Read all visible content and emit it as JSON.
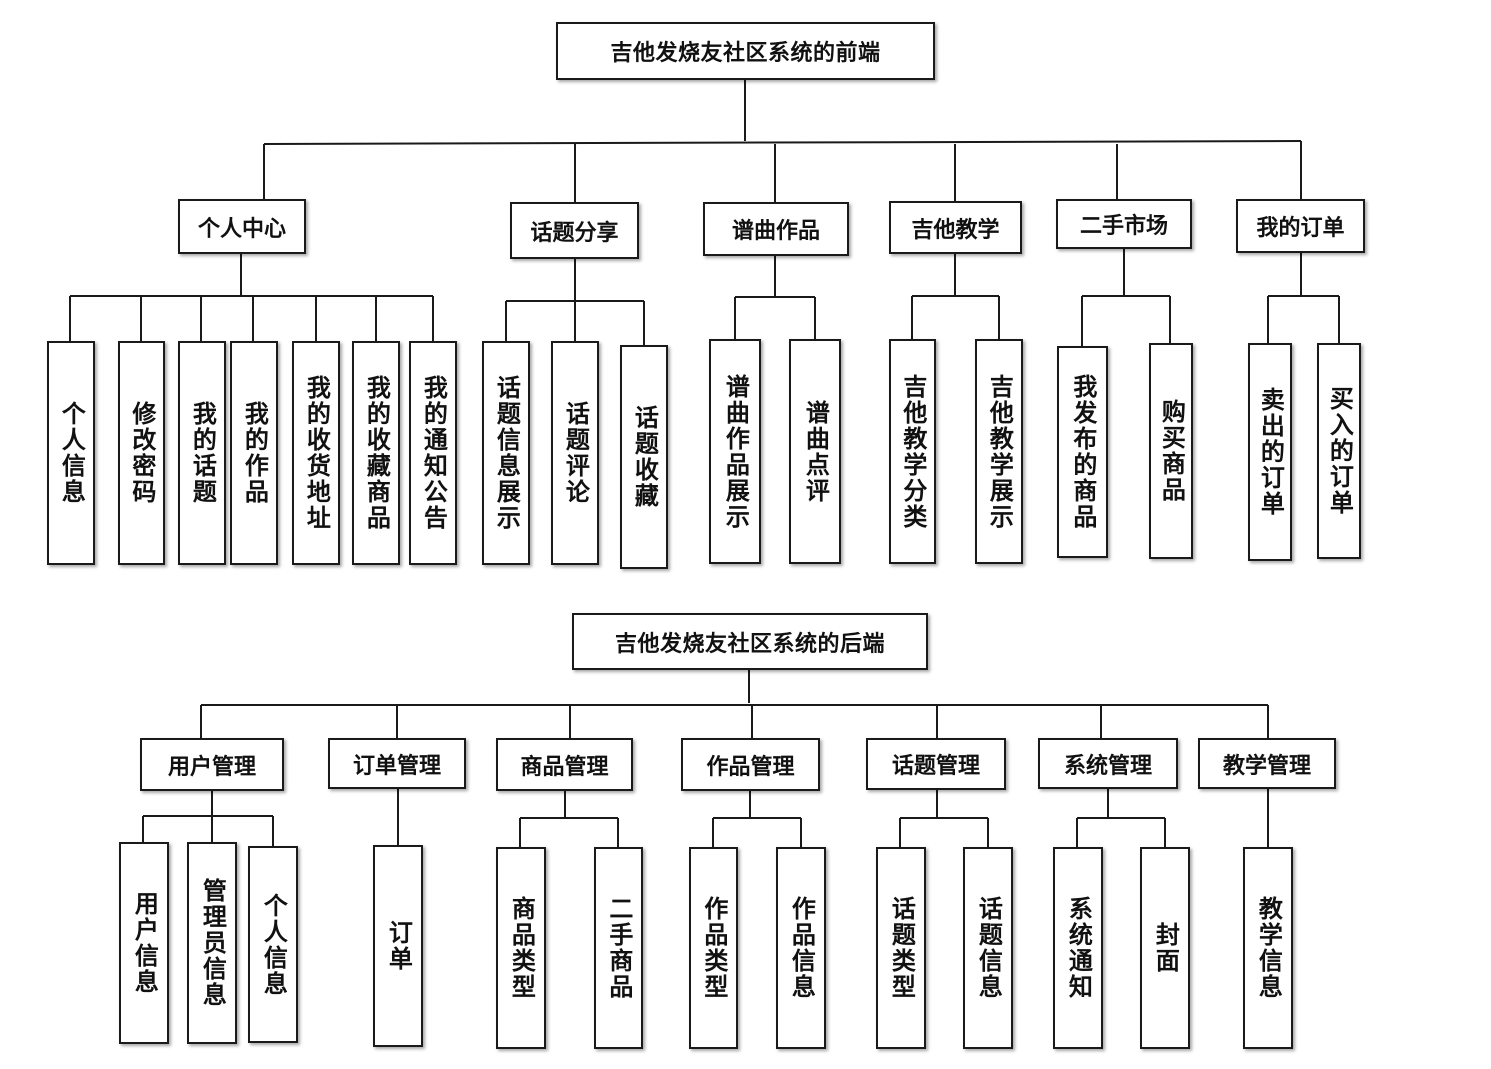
{
  "colors": {
    "line": "#1a1a1a",
    "text": "#111111",
    "background": "#ffffff"
  },
  "frontend": {
    "root": "吉他发烧友社区系统的前端",
    "modules": [
      {
        "label": "个人中心",
        "children": [
          "个人信息",
          "修改密码",
          "我的话题",
          "我的作品",
          "我的收货地址",
          "我的收藏商品",
          "我的通知公告"
        ]
      },
      {
        "label": "话题分享",
        "children": [
          "话题信息展示",
          "话题评论",
          "话题收藏"
        ]
      },
      {
        "label": "谱曲作品",
        "children": [
          "谱曲作品展示",
          "谱曲点评"
        ]
      },
      {
        "label": "吉他教学",
        "children": [
          "吉他教学分类",
          "吉他教学展示"
        ]
      },
      {
        "label": "二手市场",
        "children": [
          "我发布的商品",
          "购买商品"
        ]
      },
      {
        "label": "我的订单",
        "children": [
          "卖出的订单",
          "买入的订单"
        ]
      }
    ]
  },
  "backend": {
    "root": "吉他发烧友社区系统的后端",
    "modules": [
      {
        "label": "用户管理",
        "children": [
          "用户信息",
          "管理员信息",
          "个人信息"
        ]
      },
      {
        "label": "订单管理",
        "children": [
          "订单"
        ]
      },
      {
        "label": "商品管理",
        "children": [
          "商品类型",
          "二手商品"
        ]
      },
      {
        "label": "作品管理",
        "children": [
          "作品类型",
          "作品信息"
        ]
      },
      {
        "label": "话题管理",
        "children": [
          "话题类型",
          "话题信息"
        ]
      },
      {
        "label": "系统管理",
        "children": [
          "系统通知",
          "封面"
        ]
      },
      {
        "label": "教学管理",
        "children": [
          "教学信息"
        ]
      }
    ]
  }
}
